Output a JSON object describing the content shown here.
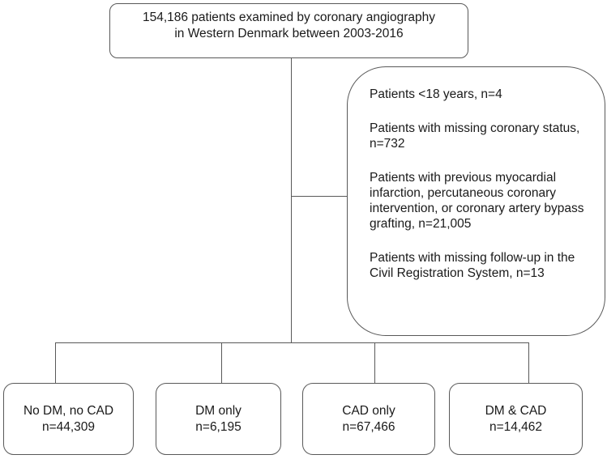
{
  "diagram": {
    "background": "#ffffff",
    "line_color": "#595959",
    "text_color": "#1a1a1a"
  },
  "top_box": {
    "line1": "154,186 patients examined by coronary angiography",
    "line2": "in Western Denmark between 2003-2016"
  },
  "exclusion_box": {
    "items": [
      "Patients <18 years, n=4",
      "Patients with missing coronary status, n=732",
      "Patients with previous myocardial infarction, percutaneous coronary intervention, or coronary artery bypass grafting, n=21,005",
      "Patients with missing follow-up in the Civil Registration System, n=13"
    ]
  },
  "outcome_boxes": [
    {
      "label": "No DM, no CAD",
      "count": "n=44,309"
    },
    {
      "label": "DM only",
      "count": "n=6,195"
    },
    {
      "label": "CAD only",
      "count": "n=67,466"
    },
    {
      "label": "DM & CAD",
      "count": "n=14,462"
    }
  ]
}
